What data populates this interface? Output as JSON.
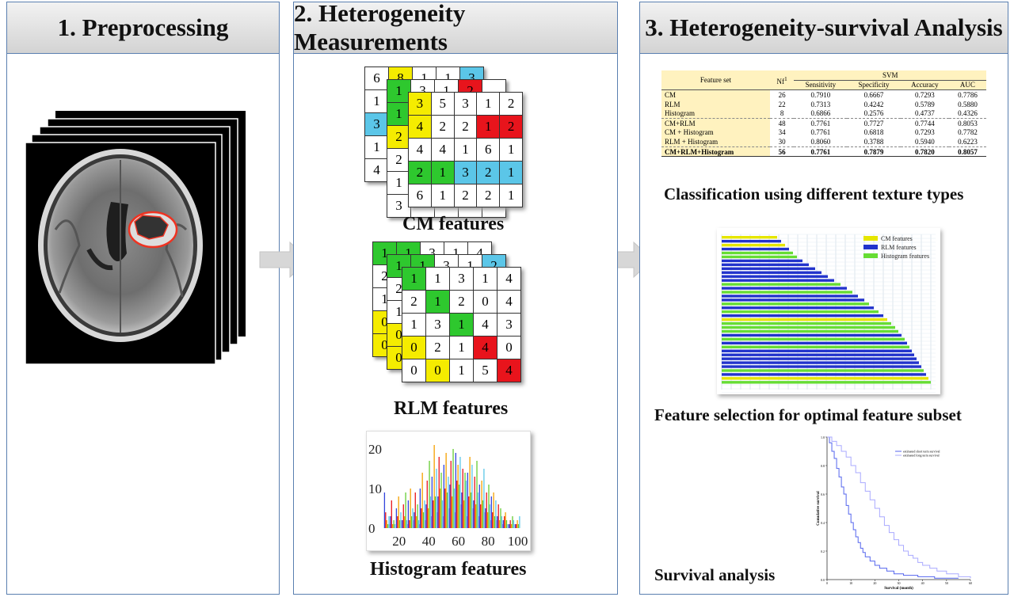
{
  "panels": [
    {
      "title": "1. Preprocessing"
    },
    {
      "title": "2. Heterogeneity Measurements"
    },
    {
      "title": "3. Heterogeneity-survival Analysis"
    }
  ],
  "captions": {
    "cm": "CM features",
    "rlm": "RLM features",
    "histogram": "Histogram features",
    "classification": "Classification using different texture types",
    "selection": "Feature selection for optimal feature subset",
    "survival": "Survival analysis"
  },
  "colors": {
    "yellow": "#f5ec00",
    "green": "#2ec82e",
    "blue": "#5bc6e8",
    "red": "#e8141c",
    "panel_border": "#5a7fb0"
  },
  "cm_matrix": [
    [
      {
        "v": "3",
        "c": "Y"
      },
      {
        "v": "5"
      },
      {
        "v": "3"
      },
      {
        "v": "1"
      },
      {
        "v": "2"
      }
    ],
    [
      {
        "v": "4",
        "c": "Y"
      },
      {
        "v": "2"
      },
      {
        "v": "2"
      },
      {
        "v": "1",
        "c": "R"
      },
      {
        "v": "2",
        "c": "R"
      }
    ],
    [
      {
        "v": "4"
      },
      {
        "v": "4"
      },
      {
        "v": "1"
      },
      {
        "v": "6"
      },
      {
        "v": "1"
      }
    ],
    [
      {
        "v": "2",
        "c": "G"
      },
      {
        "v": "1",
        "c": "G"
      },
      {
        "v": "3",
        "c": "B"
      },
      {
        "v": "2",
        "c": "B"
      },
      {
        "v": "1",
        "c": "B"
      }
    ],
    [
      {
        "v": "6"
      },
      {
        "v": "1"
      },
      {
        "v": "2"
      },
      {
        "v": "2"
      },
      {
        "v": "1"
      }
    ]
  ],
  "cm_back1": [
    [
      {
        "v": "1",
        "c": "G"
      },
      {
        "v": "3"
      },
      {
        "v": "1"
      },
      {
        "v": "2",
        "c": "R"
      },
      {
        "v": ""
      }
    ],
    [
      {
        "v": "1",
        "c": "G"
      },
      {
        "v": ""
      },
      {
        "v": ""
      },
      {
        "v": ""
      },
      {
        "v": ""
      }
    ],
    [
      {
        "v": "2",
        "c": "Y"
      },
      {
        "v": ""
      },
      {
        "v": ""
      },
      {
        "v": ""
      },
      {
        "v": ""
      }
    ],
    [
      {
        "v": "2"
      },
      {
        "v": ""
      },
      {
        "v": ""
      },
      {
        "v": ""
      },
      {
        "v": ""
      }
    ],
    [
      {
        "v": "1"
      },
      {
        "v": ""
      },
      {
        "v": ""
      },
      {
        "v": ""
      },
      {
        "v": ""
      }
    ],
    [
      {
        "v": "3"
      },
      {
        "v": ""
      },
      {
        "v": ""
      },
      {
        "v": ""
      },
      {
        "v": ""
      }
    ]
  ],
  "cm_back2": [
    [
      {
        "v": "6"
      },
      {
        "v": "8",
        "c": "Y"
      },
      {
        "v": "1"
      },
      {
        "v": "1"
      },
      {
        "v": "3",
        "c": "B"
      }
    ],
    [
      {
        "v": "1"
      },
      {
        "v": ""
      },
      {
        "v": ""
      },
      {
        "v": ""
      },
      {
        "v": ""
      }
    ],
    [
      {
        "v": "3",
        "c": "B"
      },
      {
        "v": ""
      },
      {
        "v": ""
      },
      {
        "v": ""
      },
      {
        "v": ""
      }
    ],
    [
      {
        "v": "1"
      },
      {
        "v": ""
      },
      {
        "v": ""
      },
      {
        "v": ""
      },
      {
        "v": ""
      }
    ],
    [
      {
        "v": "4"
      },
      {
        "v": ""
      },
      {
        "v": ""
      },
      {
        "v": ""
      },
      {
        "v": ""
      }
    ]
  ],
  "rlm_matrix": [
    [
      {
        "v": "1",
        "c": "G"
      },
      {
        "v": "1"
      },
      {
        "v": "3"
      },
      {
        "v": "1"
      },
      {
        "v": "4"
      }
    ],
    [
      {
        "v": "2"
      },
      {
        "v": "1",
        "c": "G"
      },
      {
        "v": "2"
      },
      {
        "v": "0"
      },
      {
        "v": "4"
      }
    ],
    [
      {
        "v": "1"
      },
      {
        "v": "3"
      },
      {
        "v": "1",
        "c": "G"
      },
      {
        "v": "4"
      },
      {
        "v": "3"
      }
    ],
    [
      {
        "v": "0",
        "c": "Y"
      },
      {
        "v": "2"
      },
      {
        "v": "1"
      },
      {
        "v": "4",
        "c": "R"
      },
      {
        "v": "0"
      }
    ],
    [
      {
        "v": "0"
      },
      {
        "v": "0",
        "c": "Y"
      },
      {
        "v": "1"
      },
      {
        "v": "5"
      },
      {
        "v": "4",
        "c": "R"
      }
    ]
  ],
  "rlm_back1": [
    [
      {
        "v": "1",
        "c": "G"
      },
      {
        "v": "1",
        "c": "G"
      },
      {
        "v": "3"
      },
      {
        "v": "1"
      },
      {
        "v": "2",
        "c": "B"
      }
    ],
    [
      {
        "v": "2"
      },
      {
        "v": ""
      },
      {
        "v": ""
      },
      {
        "v": ""
      },
      {
        "v": ""
      }
    ],
    [
      {
        "v": "1"
      },
      {
        "v": ""
      },
      {
        "v": ""
      },
      {
        "v": ""
      },
      {
        "v": ""
      }
    ],
    [
      {
        "v": "0",
        "c": "Y"
      },
      {
        "v": ""
      },
      {
        "v": ""
      },
      {
        "v": ""
      },
      {
        "v": ""
      }
    ],
    [
      {
        "v": "0",
        "c": "Y"
      },
      {
        "v": ""
      },
      {
        "v": ""
      },
      {
        "v": ""
      },
      {
        "v": ""
      }
    ]
  ],
  "rlm_back2": [
    [
      {
        "v": "1",
        "c": "G"
      },
      {
        "v": "1",
        "c": "G"
      },
      {
        "v": "3"
      },
      {
        "v": "1"
      },
      {
        "v": "4"
      }
    ],
    [
      {
        "v": "2"
      },
      {
        "v": ""
      },
      {
        "v": ""
      },
      {
        "v": ""
      },
      {
        "v": ""
      }
    ],
    [
      {
        "v": "1"
      },
      {
        "v": ""
      },
      {
        "v": ""
      },
      {
        "v": ""
      },
      {
        "v": ""
      }
    ],
    [
      {
        "v": "0",
        "c": "Y"
      },
      {
        "v": ""
      },
      {
        "v": ""
      },
      {
        "v": ""
      },
      {
        "v": ""
      }
    ],
    [
      {
        "v": "0",
        "c": "Y"
      },
      {
        "v": ""
      },
      {
        "v": ""
      },
      {
        "v": ""
      },
      {
        "v": ""
      }
    ]
  ],
  "svm_table": {
    "headers": {
      "feature_set": "Feature set",
      "nf": "Nf",
      "nf_sup": "1",
      "group": "SVM",
      "metrics": [
        "Sensitivity",
        "Specificity",
        "Accuracy",
        "AUC"
      ]
    },
    "rows": [
      {
        "name": "CM",
        "nf": "26",
        "vals": [
          "0.7910",
          "0.6667",
          "0.7293",
          "0.7786"
        ]
      },
      {
        "name": "RLM",
        "nf": "22",
        "vals": [
          "0.7313",
          "0.4242",
          "0.5789",
          "0.5880"
        ]
      },
      {
        "name": "Histogram",
        "nf": "8",
        "vals": [
          "0.6866",
          "0.2576",
          "0.4737",
          "0.4326"
        ]
      },
      {
        "name": "CM+RLM",
        "nf": "48",
        "vals": [
          "0.7761",
          "0.7727",
          "0.7744",
          "0.8053"
        ]
      },
      {
        "name": "CM + Histogram",
        "nf": "34",
        "vals": [
          "0.7761",
          "0.6818",
          "0.7293",
          "0.7782"
        ]
      },
      {
        "name": "RLM + Histogram",
        "nf": "30",
        "vals": [
          "0.8060",
          "0.3788",
          "0.5940",
          "0.6223"
        ]
      },
      {
        "name": "CM+RLM+Histogram",
        "nf": "56",
        "vals": [
          "0.7761",
          "0.7879",
          "0.7820",
          "0.8057"
        ]
      }
    ]
  },
  "feature_selection": {
    "legend": [
      "CM features",
      "RLM features",
      "Histogram features"
    ],
    "series_colors": {
      "CM features": "#e6e600",
      "RLM features": "#2233cc",
      "Histogram features": "#66dd33"
    },
    "bars": [
      {
        "t": "CM features",
        "v": 70
      },
      {
        "t": "RLM features",
        "v": 75
      },
      {
        "t": "CM features",
        "v": 80
      },
      {
        "t": "RLM features",
        "v": 85
      },
      {
        "t": "Histogram features",
        "v": 90
      },
      {
        "t": "Histogram features",
        "v": 95
      },
      {
        "t": "RLM features",
        "v": 102
      },
      {
        "t": "RLM features",
        "v": 110
      },
      {
        "t": "RLM features",
        "v": 118
      },
      {
        "t": "RLM features",
        "v": 126
      },
      {
        "t": "RLM features",
        "v": 134
      },
      {
        "t": "RLM features",
        "v": 142
      },
      {
        "t": "Histogram features",
        "v": 150
      },
      {
        "t": "RLM features",
        "v": 158
      },
      {
        "t": "Histogram features",
        "v": 165
      },
      {
        "t": "RLM features",
        "v": 172
      },
      {
        "t": "RLM features",
        "v": 180
      },
      {
        "t": "Histogram features",
        "v": 186
      },
      {
        "t": "RLM features",
        "v": 192
      },
      {
        "t": "Histogram features",
        "v": 198
      },
      {
        "t": "RLM features",
        "v": 204
      },
      {
        "t": "CM features",
        "v": 209
      },
      {
        "t": "Histogram features",
        "v": 214
      },
      {
        "t": "Histogram features",
        "v": 219
      },
      {
        "t": "Histogram features",
        "v": 223
      },
      {
        "t": "RLM features",
        "v": 227
      },
      {
        "t": "Histogram features",
        "v": 231
      },
      {
        "t": "RLM features",
        "v": 234
      },
      {
        "t": "Histogram features",
        "v": 237
      },
      {
        "t": "RLM features",
        "v": 240
      },
      {
        "t": "RLM features",
        "v": 243
      },
      {
        "t": "RLM features",
        "v": 246
      },
      {
        "t": "RLM features",
        "v": 249
      },
      {
        "t": "RLM features",
        "v": 252
      },
      {
        "t": "Histogram features",
        "v": 255
      },
      {
        "t": "RLM features",
        "v": 258
      },
      {
        "t": "CM features",
        "v": 261
      },
      {
        "t": "Histogram features",
        "v": 264
      }
    ]
  },
  "chart_data": [
    {
      "type": "bar",
      "title": "",
      "x_ticks": [
        20,
        40,
        60,
        80,
        100
      ],
      "y_ticks": [
        0,
        10,
        20
      ],
      "xlim": [
        10,
        105
      ],
      "ylim": [
        0,
        22
      ],
      "series_colors": [
        "#3344dd",
        "#e8141c",
        "#f5a000",
        "#66cc33",
        "#5bc6e8",
        "#c060c0"
      ],
      "groups": [
        {
          "x": 12,
          "values": [
            9,
            4,
            2,
            1,
            3,
            1
          ]
        },
        {
          "x": 16,
          "values": [
            3,
            7,
            1,
            2,
            1,
            0
          ]
        },
        {
          "x": 20,
          "values": [
            5,
            3,
            8,
            2,
            4,
            2
          ]
        },
        {
          "x": 24,
          "values": [
            2,
            6,
            3,
            9,
            2,
            1
          ]
        },
        {
          "x": 28,
          "values": [
            7,
            2,
            10,
            3,
            5,
            2
          ]
        },
        {
          "x": 32,
          "values": [
            4,
            9,
            3,
            6,
            2,
            1
          ]
        },
        {
          "x": 36,
          "values": [
            10,
            5,
            14,
            4,
            7,
            2
          ]
        },
        {
          "x": 40,
          "values": [
            6,
            12,
            5,
            17,
            8,
            3
          ]
        },
        {
          "x": 44,
          "values": [
            13,
            7,
            21,
            8,
            15,
            4
          ]
        },
        {
          "x": 48,
          "values": [
            8,
            18,
            10,
            14,
            7,
            3
          ]
        },
        {
          "x": 52,
          "values": [
            16,
            10,
            19,
            9,
            13,
            5
          ]
        },
        {
          "x": 56,
          "values": [
            11,
            17,
            8,
            20,
            10,
            4
          ]
        },
        {
          "x": 60,
          "values": [
            19,
            12,
            16,
            11,
            18,
            6
          ]
        },
        {
          "x": 64,
          "values": [
            9,
            15,
            7,
            14,
            12,
            3
          ]
        },
        {
          "x": 68,
          "values": [
            14,
            8,
            18,
            9,
            16,
            5
          ]
        },
        {
          "x": 72,
          "values": [
            7,
            13,
            6,
            17,
            9,
            3
          ]
        },
        {
          "x": 76,
          "values": [
            11,
            6,
            12,
            7,
            15,
            4
          ]
        },
        {
          "x": 80,
          "values": [
            5,
            9,
            4,
            11,
            6,
            2
          ]
        },
        {
          "x": 84,
          "values": [
            8,
            4,
            9,
            3,
            7,
            2
          ]
        },
        {
          "x": 88,
          "values": [
            3,
            6,
            2,
            5,
            3,
            1
          ]
        },
        {
          "x": 92,
          "values": [
            2,
            3,
            4,
            2,
            1,
            1
          ]
        },
        {
          "x": 96,
          "values": [
            1,
            2,
            1,
            3,
            2,
            0
          ]
        },
        {
          "x": 100,
          "values": [
            1,
            1,
            2,
            1,
            3,
            0
          ]
        }
      ]
    },
    {
      "type": "line",
      "title": "",
      "xlabel": "Survival (month)",
      "ylabel": "Cumulative survival",
      "x_ticks": [
        0,
        10,
        20,
        30,
        40,
        50,
        60
      ],
      "y_ticks": [
        0.0,
        0.2,
        0.4,
        0.6,
        0.8,
        1.0
      ],
      "xlim": [
        0,
        60
      ],
      "ylim": [
        0,
        1
      ],
      "series": [
        {
          "name": "estimated short term survival",
          "color": "#5566ee",
          "points": [
            [
              0,
              1
            ],
            [
              1,
              0.96
            ],
            [
              2,
              0.9
            ],
            [
              3,
              0.85
            ],
            [
              4,
              0.78
            ],
            [
              5,
              0.72
            ],
            [
              6,
              0.65
            ],
            [
              7,
              0.6
            ],
            [
              8,
              0.52
            ],
            [
              9,
              0.46
            ],
            [
              10,
              0.4
            ],
            [
              11,
              0.35
            ],
            [
              12,
              0.3
            ],
            [
              13,
              0.26
            ],
            [
              14,
              0.22
            ],
            [
              15,
              0.19
            ],
            [
              16,
              0.16
            ],
            [
              18,
              0.13
            ],
            [
              20,
              0.1
            ],
            [
              22,
              0.08
            ],
            [
              25,
              0.06
            ],
            [
              28,
              0.04
            ],
            [
              32,
              0.03
            ],
            [
              38,
              0.02
            ],
            [
              45,
              0.01
            ],
            [
              55,
              0.01
            ]
          ]
        },
        {
          "name": "estimated long term survival",
          "color": "#aaaaff",
          "points": [
            [
              0,
              1
            ],
            [
              2,
              0.97
            ],
            [
              4,
              0.94
            ],
            [
              6,
              0.9
            ],
            [
              8,
              0.86
            ],
            [
              10,
              0.8
            ],
            [
              12,
              0.75
            ],
            [
              14,
              0.68
            ],
            [
              16,
              0.62
            ],
            [
              18,
              0.56
            ],
            [
              20,
              0.5
            ],
            [
              22,
              0.44
            ],
            [
              24,
              0.38
            ],
            [
              26,
              0.33
            ],
            [
              28,
              0.28
            ],
            [
              30,
              0.24
            ],
            [
              32,
              0.2
            ],
            [
              34,
              0.17
            ],
            [
              36,
              0.15
            ],
            [
              38,
              0.12
            ],
            [
              40,
              0.1
            ],
            [
              43,
              0.08
            ],
            [
              46,
              0.06
            ],
            [
              50,
              0.04
            ],
            [
              55,
              0.02
            ],
            [
              60,
              0.01
            ]
          ]
        }
      ]
    }
  ]
}
